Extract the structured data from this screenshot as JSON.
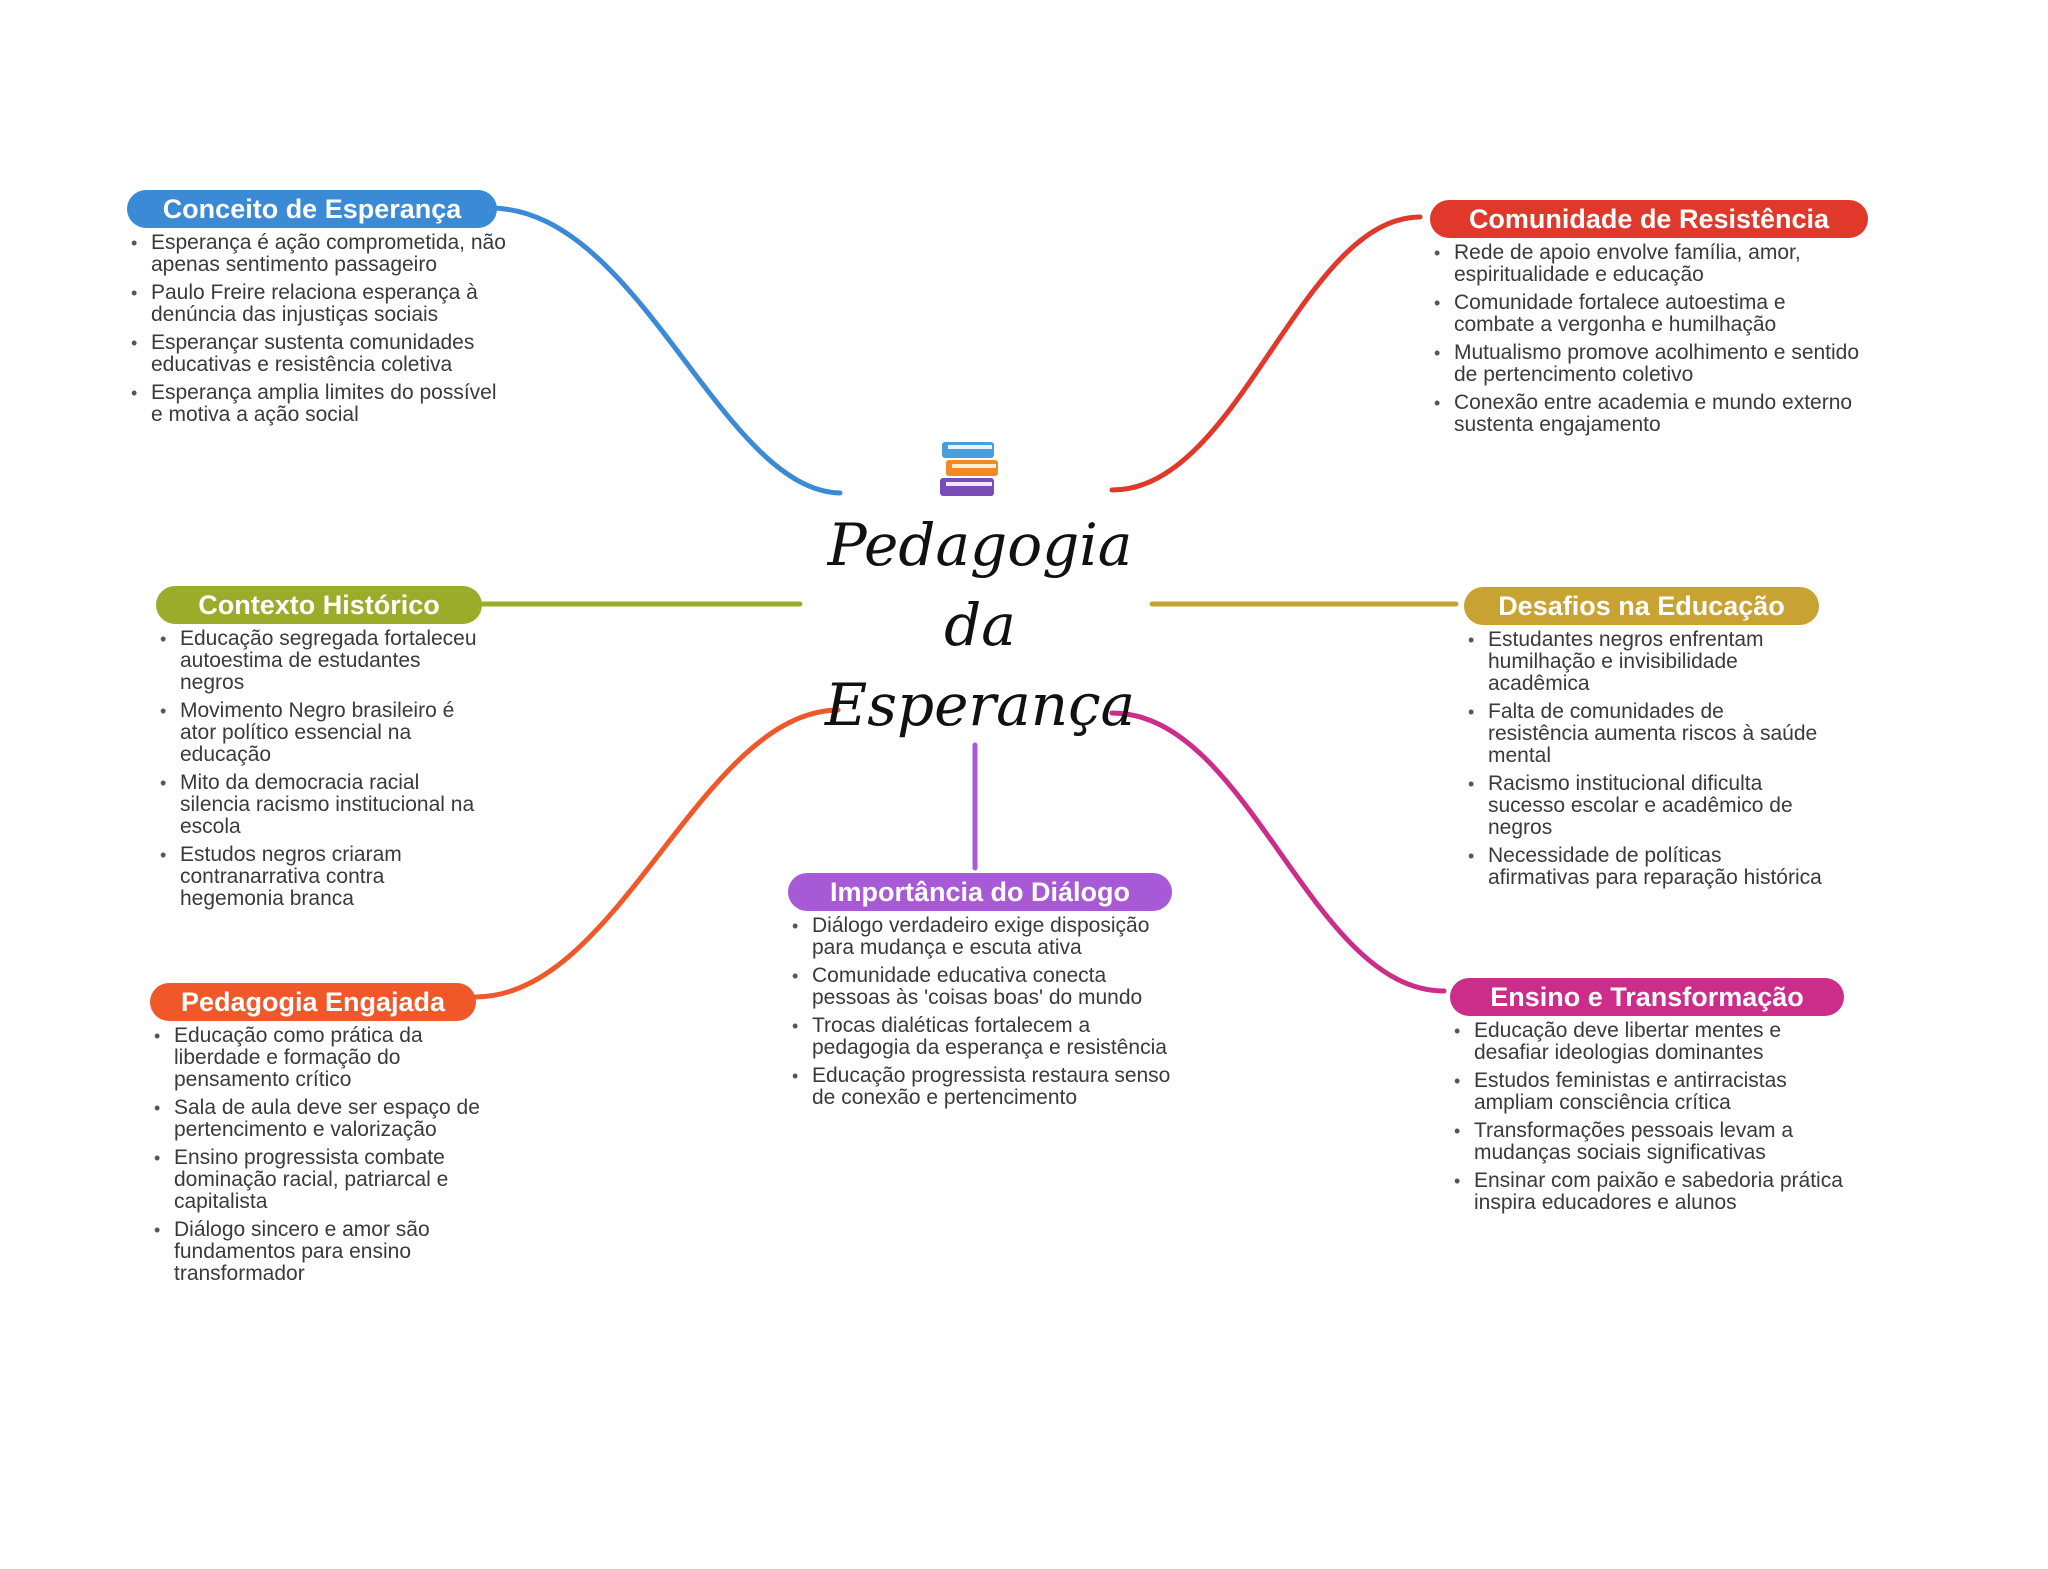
{
  "title": {
    "lines": [
      "Pedagogia",
      "da",
      "Esperança"
    ],
    "icon": "books-icon"
  },
  "branches": [
    {
      "title": "Conceito de Esperança",
      "color": "#3b8ad6",
      "items": [
        "Esperança é ação comprometida, não apenas sentimento passageiro",
        "Paulo Freire relaciona esperança à denúncia das injustiças sociais",
        "Esperançar sustenta comunidades educativas e resistência coletiva",
        "Esperança amplia limites do possível e motiva a ação social"
      ]
    },
    {
      "title": "Contexto Histórico",
      "color": "#9aac2a",
      "items": [
        "Educação segregada fortaleceu autoestima de estudantes negros",
        "Movimento Negro brasileiro é ator político essencial na educação",
        "Mito da democracia racial silencia racismo institucional na escola",
        "Estudos negros criaram contranarrativa contra hegemonia branca"
      ]
    },
    {
      "title": "Pedagogia Engajada",
      "color": "#f0582a",
      "items": [
        "Educação como prática da liberdade e formação do pensamento crítico",
        "Sala de aula deve ser espaço de pertencimento e valorização",
        "Ensino progressista combate dominação racial, patriarcal e capitalista",
        "Diálogo sincero e amor são fundamentos para ensino transformador"
      ]
    },
    {
      "title": "Importância do Diálogo",
      "color": "#a85ad6",
      "items": [
        "Diálogo verdadeiro exige disposição para mudança e escuta ativa",
        "Comunidade educativa conecta pessoas às 'coisas boas' do mundo",
        "Trocas dialéticas fortalecem a pedagogia da esperança e resistência",
        "Educação progressista restaura senso de conexão e pertencimento"
      ]
    },
    {
      "title": "Comunidade de Resistência",
      "color": "#e0382a",
      "items": [
        "Rede de apoio envolve família, amor, espiritualidade e educação",
        "Comunidade fortalece autoestima e combate a vergonha e humilhação",
        "Mutualismo promove acolhimento e sentido de pertencimento coletivo",
        "Conexão entre academia e mundo externo sustenta engajamento"
      ]
    },
    {
      "title": "Desafios na Educação",
      "color": "#c8a232",
      "items": [
        "Estudantes negros enfrentam humilhação e invisibilidade acadêmica",
        "Falta de comunidades de resistência aumenta riscos à saúde mental",
        "Racismo institucional dificulta sucesso escolar e acadêmico de negros",
        "Necessidade de políticas afirmativas para reparação histórica"
      ]
    },
    {
      "title": "Ensino e Transformação",
      "color": "#cc2c8a",
      "items": [
        "Educação deve libertar mentes e desafiar ideologias dominantes",
        "Estudos feministas e antirracistas ampliam consciência crítica",
        "Transformações pessoais levam a mudanças sociais significativas",
        "Ensinar com paixão e sabedoria prática inspira educadores e alunos"
      ]
    }
  ]
}
